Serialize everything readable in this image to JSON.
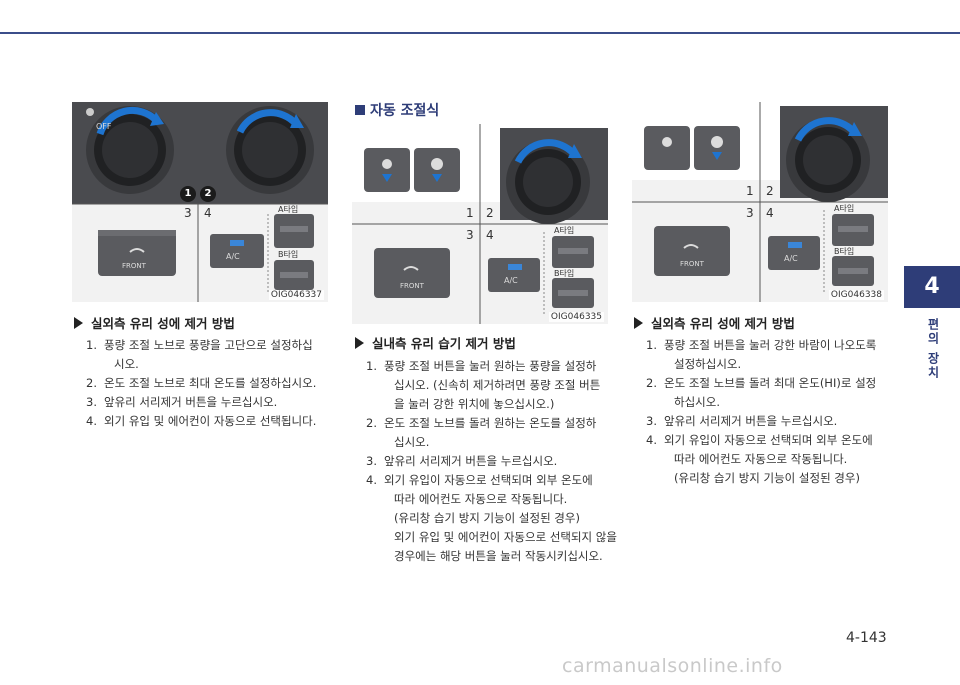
{
  "chapter": {
    "number": "4",
    "label": "편의 장치"
  },
  "page_number": "4-143",
  "watermark": "carmanualsonline.info",
  "left": {
    "figure_code": "OIG046337",
    "knob_off_label": "OFF",
    "badge1": "1",
    "badge2": "2",
    "label3": "3",
    "label4": "4",
    "type_a": "A타입",
    "type_b": "B타입",
    "front_label": "FRONT",
    "ac_label": "A/C",
    "subhead": "실외측 유리 성에 제거 방법",
    "steps": [
      {
        "num": "1.",
        "lines": [
          "풍량 조절 노브로 풍량을 고단으로 설정하십",
          "시오."
        ]
      },
      {
        "num": "2.",
        "lines": [
          "온도 조절 노브로 최대 온도를 설정하십시오."
        ]
      },
      {
        "num": "3.",
        "lines": [
          "앞유리 서리제거 버튼을 누르십시오."
        ]
      },
      {
        "num": "4.",
        "lines": [
          "외기 유입 및 에어컨이 자동으로 선택됩니다."
        ]
      }
    ]
  },
  "middle": {
    "section_title": "자동 조절식",
    "figure_code": "OIG046335",
    "label1": "1",
    "label2": "2",
    "label3": "3",
    "label4": "4",
    "type_a": "A타입",
    "type_b": "B타입",
    "front_label": "FRONT",
    "ac_label": "A/C",
    "subhead": "실내측 유리 습기 제거 방법",
    "steps": [
      {
        "num": "1.",
        "lines": [
          "풍량 조절 버튼을 눌러 원하는 풍량을 설정하",
          "십시오. (신속히 제거하려면 풍량 조절 버튼",
          "을 눌러 강한 위치에 놓으십시오.)"
        ]
      },
      {
        "num": "2.",
        "lines": [
          "온도 조절 노브를 돌려 원하는 온도를 설정하",
          "십시오."
        ]
      },
      {
        "num": "3.",
        "lines": [
          "앞유리 서리제거 버튼을 누르십시오."
        ]
      },
      {
        "num": "4.",
        "lines": [
          "외기 유입이 자동으로 선택되며 외부 온도에",
          "따라 에어컨도 자동으로 작동됩니다.",
          "(유리창 습기 방지 기능이 설정된 경우)",
          "외기 유입 및 에어컨이 자동으로 선택되지 않을",
          "경우에는 해당 버튼을 눌러 작동시키십시오."
        ]
      }
    ]
  },
  "right": {
    "figure_code": "OIG046338",
    "label1": "1",
    "label2": "2",
    "label3": "3",
    "label4": "4",
    "type_a": "A타입",
    "type_b": "B타입",
    "front_label": "FRONT",
    "ac_label": "A/C",
    "subhead": "실외측 유리 성에 제거 방법",
    "steps": [
      {
        "num": "1.",
        "lines": [
          "풍량 조절 버튼을 눌러 강한 바람이 나오도록",
          "설정하십시오."
        ]
      },
      {
        "num": "2.",
        "lines": [
          "온도 조절 노브를 돌려 최대 온도(HI)로 설정",
          "하십시오."
        ]
      },
      {
        "num": "3.",
        "lines": [
          "앞유리 서리제거 버튼을 누르십시오."
        ]
      },
      {
        "num": "4.",
        "lines": [
          "외기 유입이 자동으로 선택되며 외부 온도에",
          "따라 에어컨도 자동으로 작동됩니다.",
          "(유리창 습기 방지 기능이 설정된 경우)"
        ]
      }
    ]
  }
}
